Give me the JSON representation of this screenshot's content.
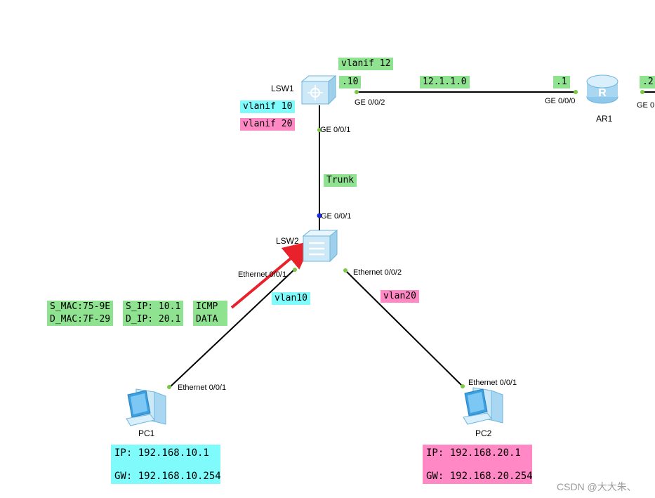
{
  "devices": {
    "lsw1": "LSW1",
    "lsw2": "LSW2",
    "ar1": "AR1",
    "pc1": "PC1",
    "pc2": "PC2"
  },
  "ports": {
    "lsw1_ge002": "GE 0/0/2",
    "lsw1_ge001": "GE 0/0/1",
    "ar1_ge000": "GE 0/0/0",
    "ar1_ge0_right": "GE 0",
    "lsw2_ge001": "GE 0/0/1",
    "lsw2_eth001": "Ethernet 0/0/1",
    "lsw2_eth002": "Ethernet 0/0/2",
    "pc1_eth001": "Ethernet 0/0/1",
    "pc2_eth001": "Ethernet 0/0/1"
  },
  "tags": {
    "vlanif12": "vlanif 12",
    "addr10": ".10",
    "network": "12.1.1.0",
    "addr1": ".1",
    "addr2": ".2",
    "vlanif10": "vlanif 10",
    "vlanif20": "vlanif 20",
    "trunk": "Trunk",
    "vlan10": "vlan10",
    "vlan20": "vlan20"
  },
  "packet": {
    "mac1": "S_MAC:75-9E",
    "mac2": "D_MAC:7F-29",
    "ip1": "S_IP: 10.1",
    "ip2": "D_IP: 20.1",
    "proto1": "ICMP",
    "proto2": "DATA"
  },
  "pc1_info": {
    "ip": "IP: 192.168.10.1",
    "gw": "GW: 192.168.10.254"
  },
  "pc2_info": {
    "ip": "IP: 192.168.20.1",
    "gw": "GW: 192.168.20.254"
  },
  "watermark": "CSDN @大大朱、",
  "colors": {
    "green": "#8fe28f",
    "cyan": "#7ffbfb",
    "pink": "#ff88c5",
    "arrow": "#e8212a",
    "port_dot": "#7ac943",
    "port_dot_blue": "#1a2be0"
  }
}
